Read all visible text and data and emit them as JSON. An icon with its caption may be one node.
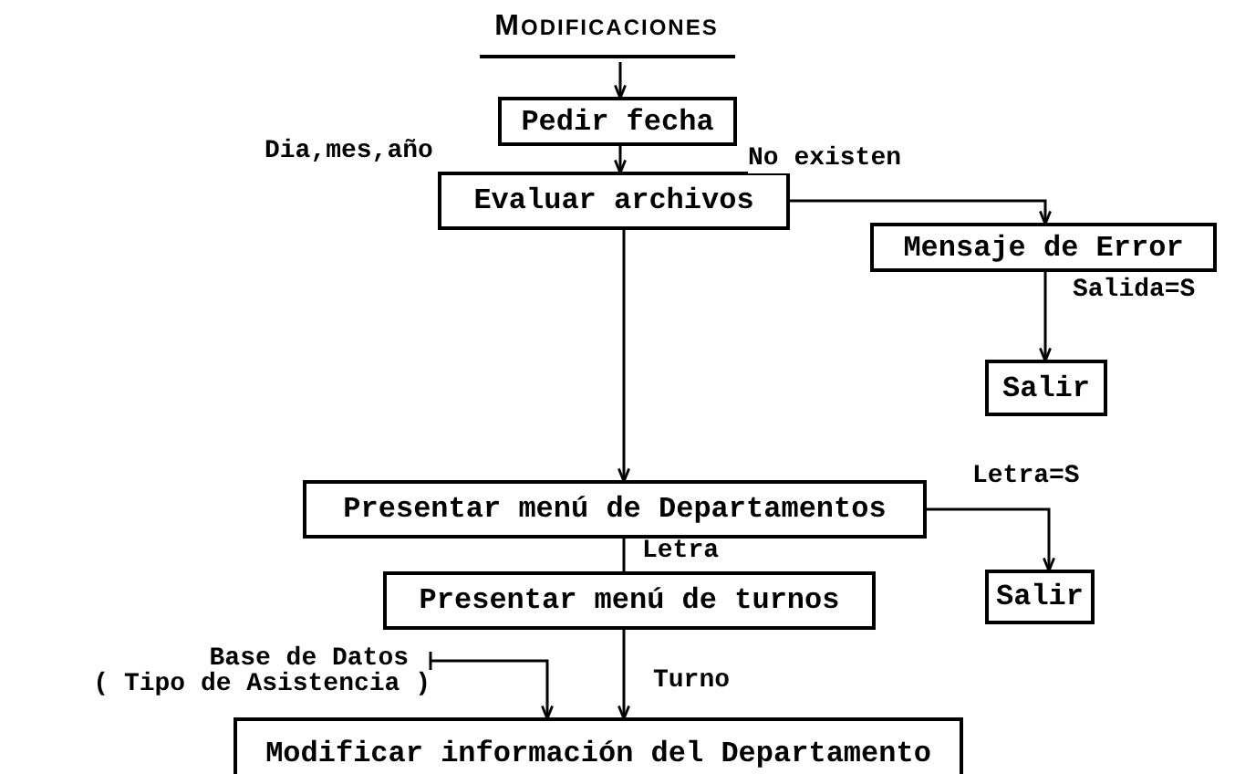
{
  "diagram": {
    "nodes": [
      {
        "text": [
          "MODIFICACIONES"
        ]
      },
      {
        "text": [
          "Pedir fecha"
        ]
      },
      {
        "text": [
          "Evaluar archivos"
        ]
      },
      {
        "text": [
          "Mensaje de Error"
        ]
      },
      {
        "text": [
          "Salir"
        ]
      },
      {
        "text": [
          "Presentar menú de Departamentos"
        ]
      },
      {
        "text": [
          "Presentar menú de turnos"
        ]
      },
      {
        "text": [
          "Salir"
        ]
      },
      {
        "text": [
          "Base de Datos",
          "( Tipo de Asistencia )"
        ]
      },
      {
        "text": [
          "Modificar información del Departamento"
        ]
      }
    ],
    "edges": [
      {
        "from": 0,
        "to": 1,
        "arrow": "to"
      },
      {
        "from": 1,
        "to": 2,
        "arrow": "to"
      },
      {
        "from": 2,
        "to": 3,
        "arrow": "to",
        "label": "No existen"
      },
      {
        "from": 3,
        "to": 4,
        "arrow": "to",
        "label": "Salida=S"
      },
      {
        "from": 2,
        "to": 5,
        "arrow": "to"
      },
      {
        "from": 5,
        "to": 7,
        "arrow": "to",
        "label": "Letra=S"
      },
      {
        "from": 5,
        "to": 6,
        "arrow": "none",
        "label": "Letra"
      },
      {
        "from": 6,
        "to": 9,
        "arrow": "to",
        "label": "Turno"
      },
      {
        "from": 8,
        "to": 9,
        "arrow": "to"
      }
    ],
    "labels": [
      "Dia,mes,año"
    ]
  }
}
